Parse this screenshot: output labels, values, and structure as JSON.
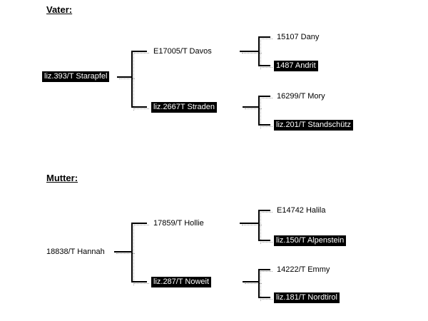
{
  "page": {
    "background": "#ffffff"
  },
  "colors": {
    "text": "#000000",
    "highlight_bg": "#000000",
    "highlight_text": "#ffffff",
    "line": "#000000",
    "line_shadow": "#9e9e9e"
  },
  "vater": {
    "heading": "Vater:",
    "subject": {
      "label": "liz.393/T Starapfel",
      "highlighted": true
    },
    "parents": [
      {
        "label": "E17005/T Davos",
        "highlighted": false
      },
      {
        "label": "liz.2667T Straden",
        "highlighted": true
      }
    ],
    "grandparents": [
      {
        "label": "15107 Dany",
        "highlighted": false
      },
      {
        "label": "1487 Andrit",
        "highlighted": true
      },
      {
        "label": "16299/T Mory",
        "highlighted": false
      },
      {
        "label": "liz.201/T Standschütz",
        "highlighted": true
      }
    ]
  },
  "mutter": {
    "heading": "Mutter:",
    "subject": {
      "label": "18838/T Hannah",
      "highlighted": false
    },
    "parents": [
      {
        "label": "17859/T Hollie",
        "highlighted": false
      },
      {
        "label": "liz.287/T Noweit",
        "highlighted": true
      }
    ],
    "grandparents": [
      {
        "label": "E14742 Halila",
        "highlighted": false
      },
      {
        "label": "liz.150/T Alpenstein",
        "highlighted": true
      },
      {
        "label": "14222/T Emmy",
        "highlighted": false
      },
      {
        "label": "liz.181/T Nordtirol",
        "highlighted": true
      }
    ]
  }
}
